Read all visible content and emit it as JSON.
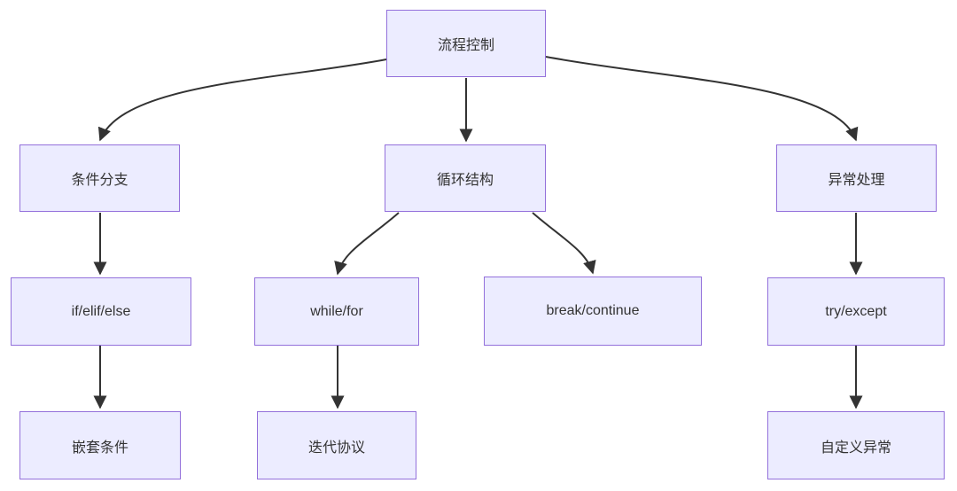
{
  "diagram": {
    "kind": "flowchart",
    "direction": "top-down",
    "colors": {
      "node_fill": "#ECECFF",
      "node_border": "#9370DB",
      "edge": "#333333",
      "text": "#333333",
      "background": "#FFFFFF"
    },
    "nodes": [
      {
        "label": "流程控制"
      },
      {
        "label": "条件分支"
      },
      {
        "label": "循环结构"
      },
      {
        "label": "异常处理"
      },
      {
        "label": "if/elif/else"
      },
      {
        "label": "while/for"
      },
      {
        "label": "break/continue"
      },
      {
        "label": "try/except"
      },
      {
        "label": "嵌套条件"
      },
      {
        "label": "迭代协议"
      },
      {
        "label": "自定义异常"
      }
    ],
    "edges": [
      {
        "from": "流程控制",
        "to": "条件分支"
      },
      {
        "from": "流程控制",
        "to": "循环结构"
      },
      {
        "from": "流程控制",
        "to": "异常处理"
      },
      {
        "from": "条件分支",
        "to": "if/elif/else"
      },
      {
        "from": "循环结构",
        "to": "while/for"
      },
      {
        "from": "循环结构",
        "to": "break/continue"
      },
      {
        "from": "异常处理",
        "to": "try/except"
      },
      {
        "from": "if/elif/else",
        "to": "嵌套条件"
      },
      {
        "from": "while/for",
        "to": "迭代协议"
      },
      {
        "from": "try/except",
        "to": "自定义异常"
      }
    ]
  }
}
